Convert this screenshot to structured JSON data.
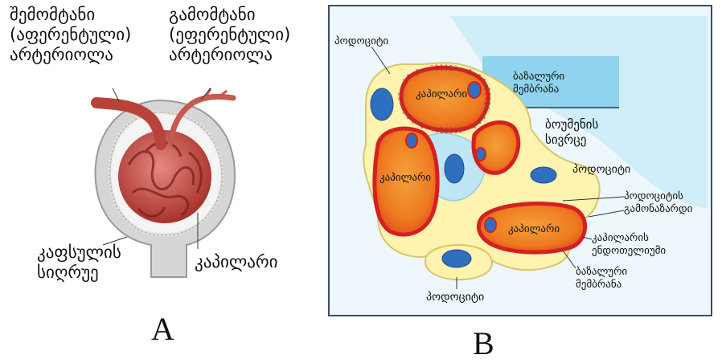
{
  "panel_a": {
    "afferent_label": "შემომტანი\n(აფერენტული)\nარტერიოლა",
    "efferent_label": "გამომტანი\n(ეფერენტული)\nარტერიოლა",
    "capsule_wall_label": "კაფსულის\nსიღრუე",
    "capillary_label": "კაპილარი",
    "panel_letter": "A"
  },
  "panel_b": {
    "podocyte_top_left": "პოდოციტი",
    "basement_membrane_top": "ბაზალური\nმემბრანა",
    "bowman_space": "ბოუმენის\nსივრცე",
    "podocyte_right": "პოდოციტი",
    "podocyte_processes": "პოდოციტის\nგამონაზარდი",
    "capillary_endothelium": "კაპილარის\nენდოთელიუმი",
    "basement_membrane_bottom": "ბაზალური\nმემბრანა",
    "podocyte_bottom": "პოდოციტი",
    "capillary_1": "კაპილარი",
    "capillary_2": "კაპილარი",
    "capillary_3": "კაპილარი",
    "panel_letter": "B"
  },
  "colors": {
    "capillary_fill": "#f07a22",
    "capillary_rim": "#d42020",
    "podocyte_fill": "#fff3b0",
    "nucleus": "#2f6fc0",
    "bowman_blue": "#bfe6f5",
    "membrane_blue": "#8fd3ee",
    "vessel_red": "#c0392b",
    "capsule_grey": "#c9c9c9"
  }
}
